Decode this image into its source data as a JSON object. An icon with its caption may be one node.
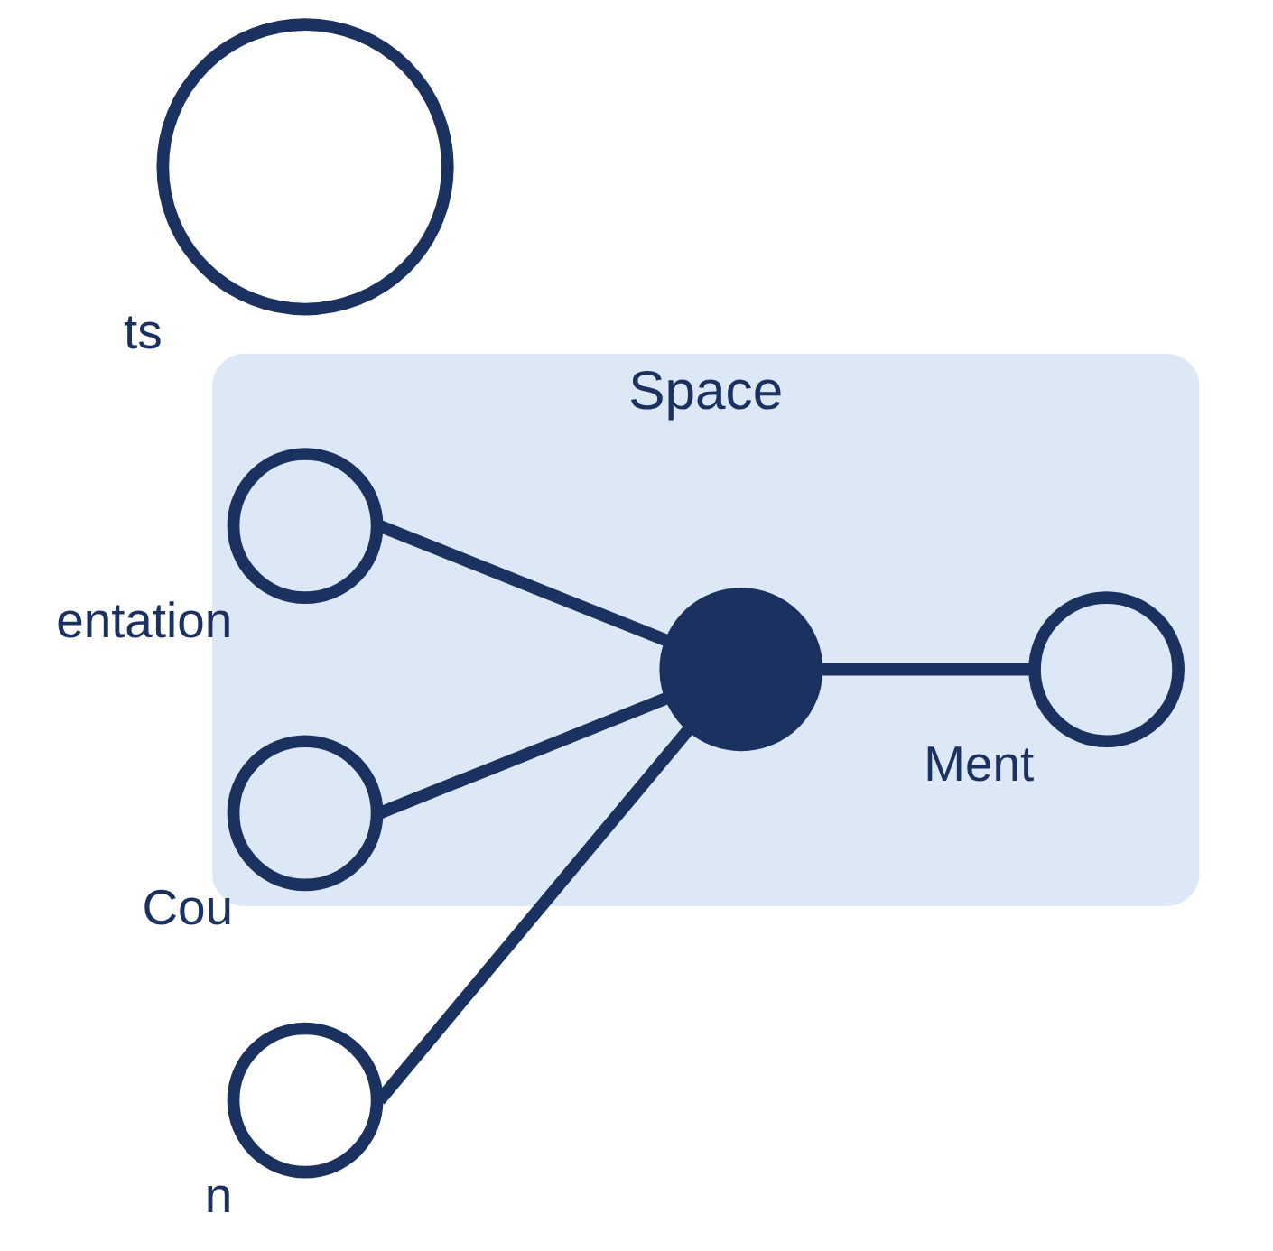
{
  "diagram": {
    "nodes": [
      {
        "text": [
          "Space"
        ]
      },
      {
        "text": [],
        "shape": "circle",
        "beside": [
          "ts"
        ]
      },
      {
        "text": [],
        "shape": "circle",
        "beside": [
          "n"
        ]
      },
      {
        "text": [],
        "shape": "circle",
        "beside": [
          "Ment"
        ],
        "in": 0
      },
      {
        "text": [],
        "shape": "circle",
        "in": 0
      },
      {
        "text": [],
        "shape": "circle",
        "beside": [
          "entation"
        ],
        "in": 0
      },
      {
        "text": [],
        "shape": "circle",
        "beside": [
          "Cou"
        ],
        "in": 0
      }
    ],
    "edges": [
      {
        "from": 4,
        "to": 2,
        "arrow": "none"
      },
      {
        "from": 4,
        "to": 3,
        "arrow": "none"
      },
      {
        "from": 4,
        "to": 5,
        "arrow": "none"
      },
      {
        "from": 4,
        "to": 6,
        "arrow": "none"
      }
    ]
  }
}
